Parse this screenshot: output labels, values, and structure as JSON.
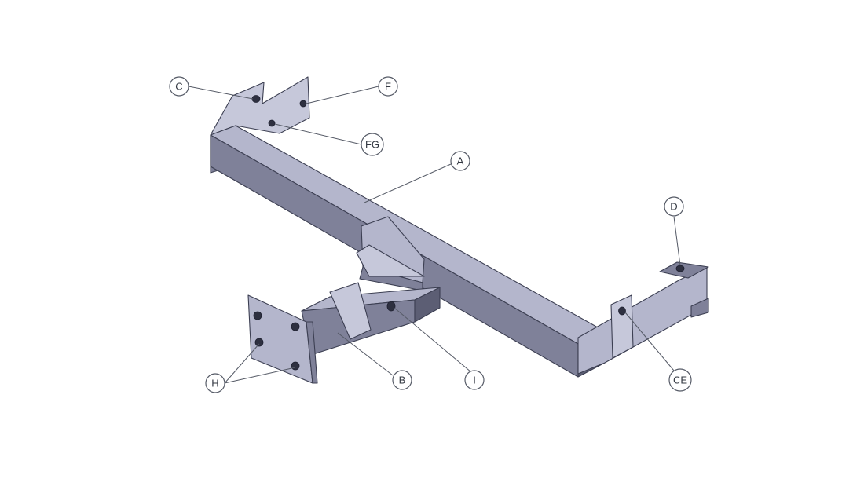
{
  "callouts": {
    "A": "A",
    "B": "B",
    "C": "C",
    "CE": "CE",
    "D": "D",
    "F": "F",
    "FG": "FG",
    "H": "H",
    "I": "I"
  },
  "colors": {
    "steel_top": "#b4b6cc",
    "steel_side": "#7f8199",
    "steel_dark": "#5c5e74",
    "outline": "#3c3f52"
  }
}
